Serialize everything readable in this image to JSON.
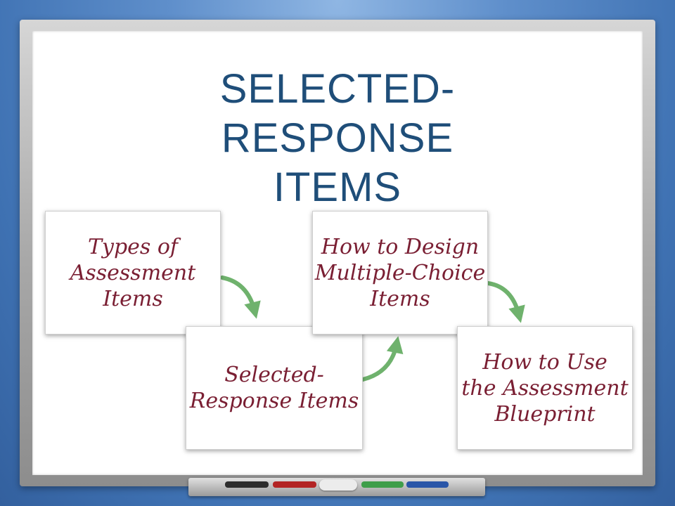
{
  "slide": {
    "title": "SELECTED-\nRESPONSE\nITEMS",
    "cards": [
      "Types of\nAssessment\nItems",
      "Selected-\nResponse Items",
      "How to Design\nMultiple-Choice\nItems",
      "How to Use\nthe Assessment\nBlueprint"
    ]
  },
  "colors": {
    "title": "#1f4e79",
    "card_text": "#7a1f33",
    "arrow": "#6fb26d",
    "background": "#3f72b3"
  }
}
